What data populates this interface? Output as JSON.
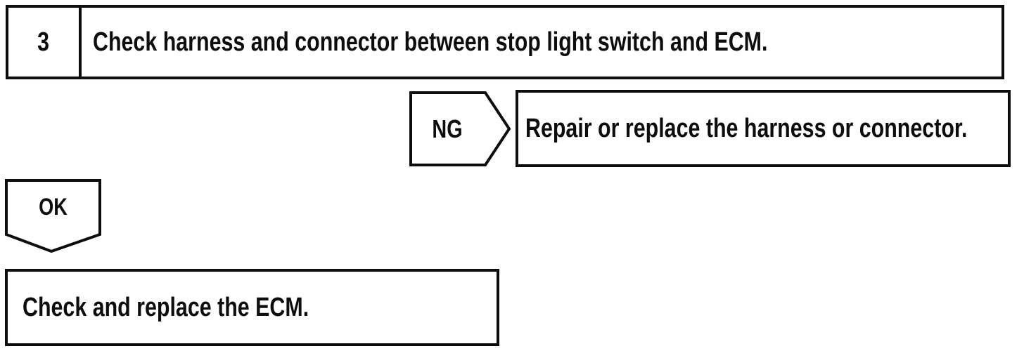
{
  "page": {
    "background": "#ffffff",
    "ink": "#0d0d0d"
  },
  "flowchart": {
    "step": {
      "number": "3",
      "instruction": "Check harness and connector between stop light switch and ECM."
    },
    "ng": {
      "label": "NG",
      "action": "Repair or replace the harness or connector."
    },
    "ok": {
      "label": "OK",
      "action": "Check and replace the ECM."
    },
    "icons": {
      "ng_shape": "right-pointing-pentagon-icon",
      "ok_shape": "down-pointing-pentagon-icon"
    }
  }
}
